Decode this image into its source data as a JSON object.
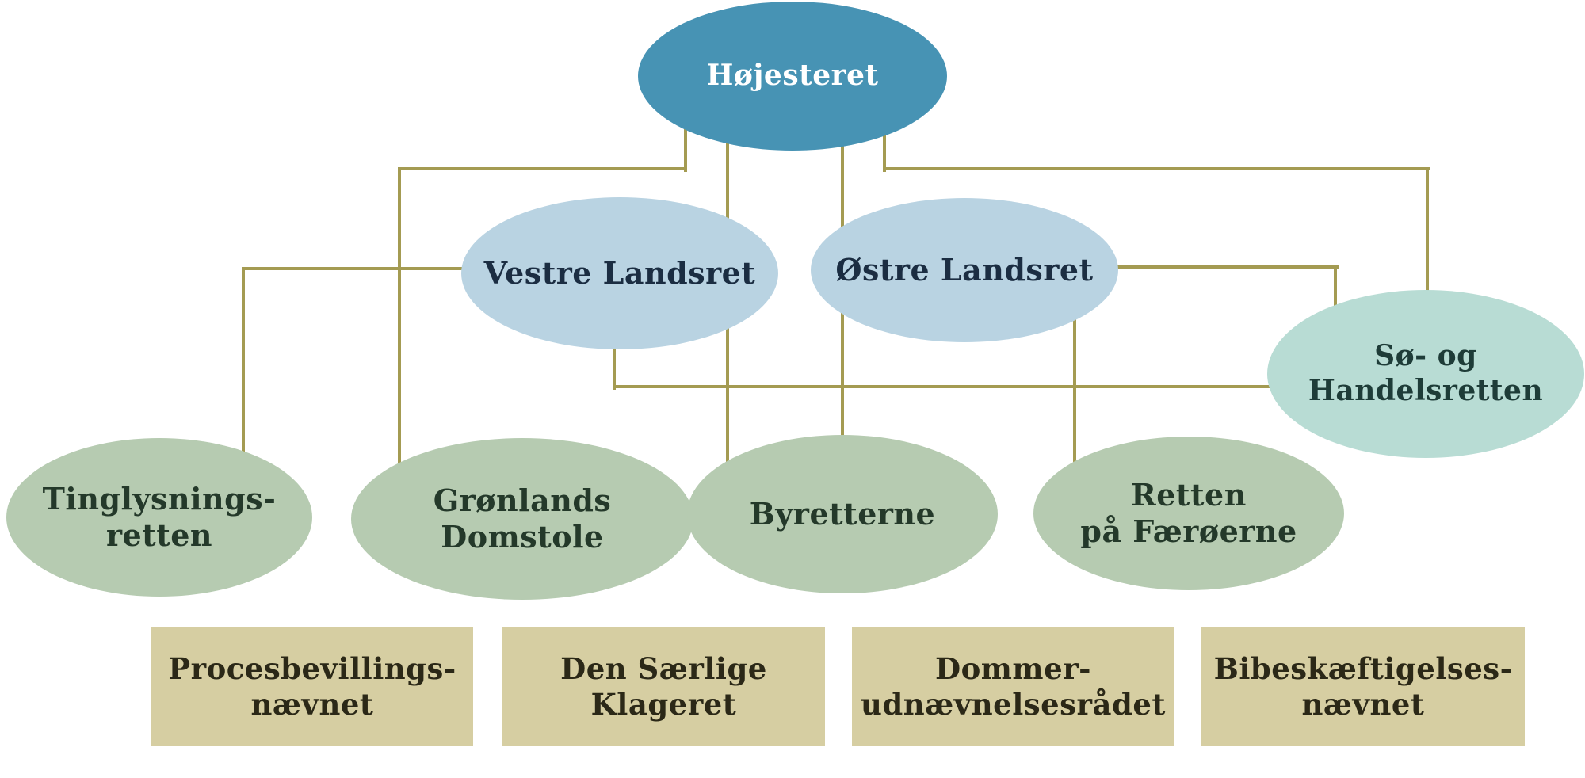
{
  "colors": {
    "background": "#ffffff",
    "connector": "#a49b52",
    "supreme_fill": "#4793b4",
    "supreme_text": "#ffffff",
    "high_court_fill": "#b9d3e2",
    "high_court_text": "#1b2d42",
    "maritime_fill": "#b8dcd4",
    "maritime_text": "#1e3c38",
    "court_fill": "#b6cbb1",
    "court_text": "#24392a",
    "board_fill": "#d6cea2",
    "board_text": "#2b2817"
  },
  "nodes": {
    "hojesteret": {
      "label": "Højesteret"
    },
    "vestre_landsret": {
      "label": "Vestre Landsret"
    },
    "ostre_landsret": {
      "label": "Østre Landsret"
    },
    "so_og_handelsretten": {
      "label": "Sø- og\nHandelsretten"
    },
    "tinglysningsretten": {
      "label": "Tinglysnings-\nretten"
    },
    "gronlands_domstole": {
      "label": "Grønlands\nDomstole"
    },
    "byretterne": {
      "label": "Byretterne"
    },
    "retten_pa_faroerne": {
      "label": "Retten\npå Færøerne"
    }
  },
  "boards": [
    {
      "label": "Procesbevillings-\nnævnet"
    },
    {
      "label": "Den Særlige\nKlageret"
    },
    {
      "label": "Dommer-\nudnævnelsesrådet"
    },
    {
      "label": "Bibeskæftigelses-\nnævnet"
    }
  ],
  "edges": [
    {
      "from": "Højesteret",
      "to": "Grønlands Domstole"
    },
    {
      "from": "Højesteret",
      "to": "Vestre Landsret"
    },
    {
      "from": "Højesteret",
      "to": "Østre Landsret"
    },
    {
      "from": "Højesteret",
      "to": "Sø- og Handelsretten"
    },
    {
      "from": "Vestre Landsret",
      "to": "Tinglysningsretten"
    },
    {
      "from": "Vestre Landsret",
      "to": "Byretterne"
    },
    {
      "from": "Vestre Landsret",
      "to": "Sø- og Handelsretten"
    },
    {
      "from": "Østre Landsret",
      "to": "Byretterne"
    },
    {
      "from": "Østre Landsret",
      "to": "Sø- og Handelsretten"
    },
    {
      "from": "Østre Landsret",
      "to": "Retten på Færøerne"
    }
  ]
}
